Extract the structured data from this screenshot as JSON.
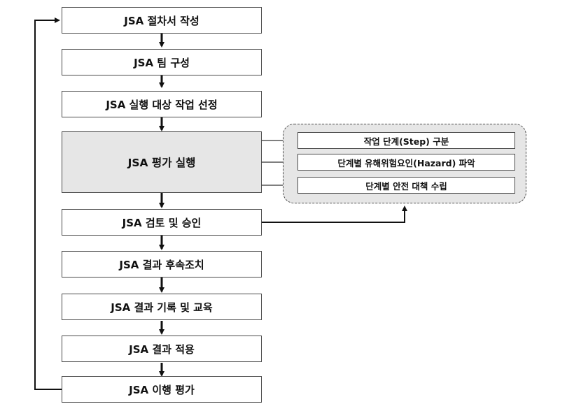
{
  "steps": [
    "JSA 절차서 작성",
    "JSA 팀 구성",
    "JSA 실행 대상 작업 선정",
    "JSA 평가 실행",
    "JSA 검토 및 승인",
    "JSA 결과 후속조치",
    "JSA 결과 기록 및 교육",
    "JSA 결과 적용",
    "JSA 이행 평가"
  ],
  "evaluation_substeps": [
    "작업 단계(Step) 구분",
    "단계별 유해위험요인(Hazard) 파악",
    "단계별 안전 대책 수립"
  ]
}
